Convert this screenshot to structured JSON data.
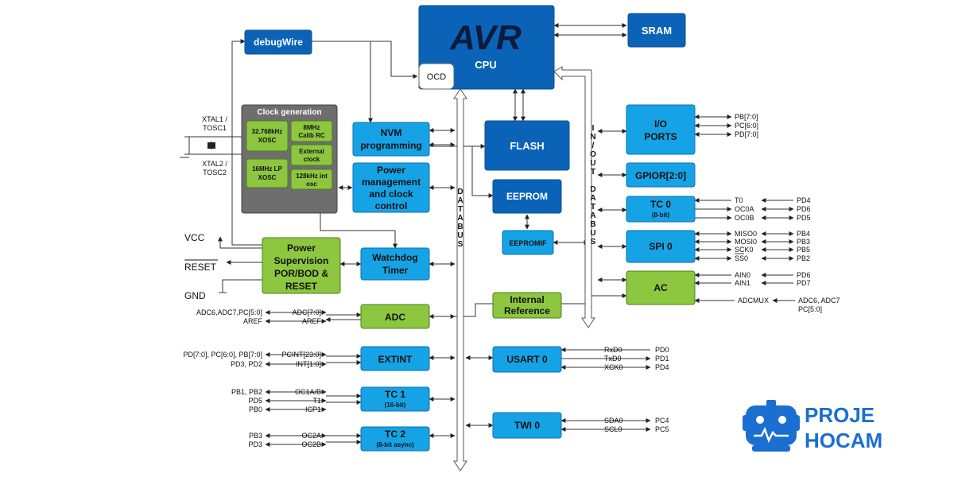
{
  "colors": {
    "dark_blue": "#0b63b8",
    "light_blue": "#16a3e6",
    "green": "#8dc63f",
    "gray": "#6e6e6e",
    "logo_blue": "#1a6fd0"
  },
  "cpu": {
    "logo": "AVR",
    "label": "CPU",
    "ocd": "OCD"
  },
  "blocks": {
    "sram": "SRAM",
    "debugwire": "debugWire",
    "flash": "FLASH",
    "eeprom": "EEPROM",
    "eepromif": "EEPROMIF",
    "nvm": [
      "NVM",
      "programming"
    ],
    "power_mgmt": [
      "Power",
      "management",
      "and clock",
      "control"
    ],
    "watchdog": [
      "Watchdog",
      "Timer"
    ],
    "power_sup": [
      "Power",
      "Supervision",
      "POR/BOD &",
      "RESET"
    ],
    "adc": "ADC",
    "extint": "EXTINT",
    "tc1": {
      "name": "TC 1",
      "sub": "(16-bit)"
    },
    "tc2": {
      "name": "TC 2",
      "sub": "(8-bit async)"
    },
    "internal_ref": [
      "Internal",
      "Reference"
    ],
    "usart": "USART 0",
    "twi": "TWI 0",
    "io_ports": [
      "I/O",
      "PORTS"
    ],
    "gpior": "GPIOR[2:0]",
    "tc0": {
      "name": "TC 0",
      "sub": "(8-bit)"
    },
    "spi": "SPI 0",
    "ac": "AC"
  },
  "clock": {
    "title": "Clock generation",
    "osc_32k": [
      "32.768kHz",
      "XOSC"
    ],
    "osc_8m": [
      "8MHz",
      "Calib RC"
    ],
    "ext_clock": [
      "External",
      "clock"
    ],
    "osc_16m": [
      "16MHz LP",
      "XOSC"
    ],
    "osc_128k": [
      "128kHz int",
      "osc"
    ]
  },
  "buses": {
    "databus": "DATABUS",
    "io_databus": "IN/OUT DATABUS"
  },
  "power_pins": {
    "xtal1": [
      "XTAL1 /",
      "TOSC1"
    ],
    "xtal2": [
      "XTAL2 /",
      "TOSC2"
    ],
    "vcc": "VCC",
    "reset": "RESET",
    "gnd": "GND"
  },
  "left_signals": {
    "adc_in1": "ADC6,ADC7,PC[5:0]",
    "adc_in1_out": "ADC[7:0]",
    "adc_in2": "AREF",
    "adc_in2_out": "AREF",
    "ext_in1": "PD[7:0], PC[6:0], PB[7:0]",
    "ext_in1_out": "PCINT[23:0]",
    "ext_in2": "PD3, PD2",
    "ext_in2_out": "INT[1:0]",
    "tc1_in1": "PB1, PB2",
    "tc1_in1_out": "OC1A/B",
    "tc1_in2": "PD5",
    "tc1_in2_out": "T1",
    "tc1_in3": "PB0",
    "tc1_in3_out": "ICP1",
    "tc2_in1": "PB3",
    "tc2_in1_out": "OC2A",
    "tc2_in2": "PD3",
    "tc2_in2_out": "OC2B"
  },
  "right_signals": {
    "io": [
      "PB[7:0]",
      "PC[6:0]",
      "PD[7:0]"
    ],
    "tc0": [
      [
        "T0",
        "PD4"
      ],
      [
        "OC0A",
        "PD6"
      ],
      [
        "OC0B",
        "PD5"
      ]
    ],
    "spi": [
      [
        "MISO0",
        "PB4"
      ],
      [
        "MOSI0",
        "PB3"
      ],
      [
        "SCK0",
        "PB5"
      ],
      [
        "SS0",
        "PB2"
      ]
    ],
    "ac": [
      [
        "AIN0",
        "PD6"
      ],
      [
        "AIN1",
        "PD7"
      ]
    ],
    "adcmux": {
      "name": "ADCMUX",
      "pins": [
        "ADC6, ADC7",
        "PC[5:0]"
      ]
    },
    "usart": [
      [
        "RxD0",
        "PD0"
      ],
      [
        "TxD0",
        "PD1"
      ],
      [
        "XCK0",
        "PD4"
      ]
    ],
    "twi": [
      [
        "SDA0",
        "PC4"
      ],
      [
        "SCL0",
        "PC5"
      ]
    ]
  },
  "logo": {
    "line1": "PROJE",
    "line2": "HOCAM",
    "icon": "robot-head-icon"
  }
}
